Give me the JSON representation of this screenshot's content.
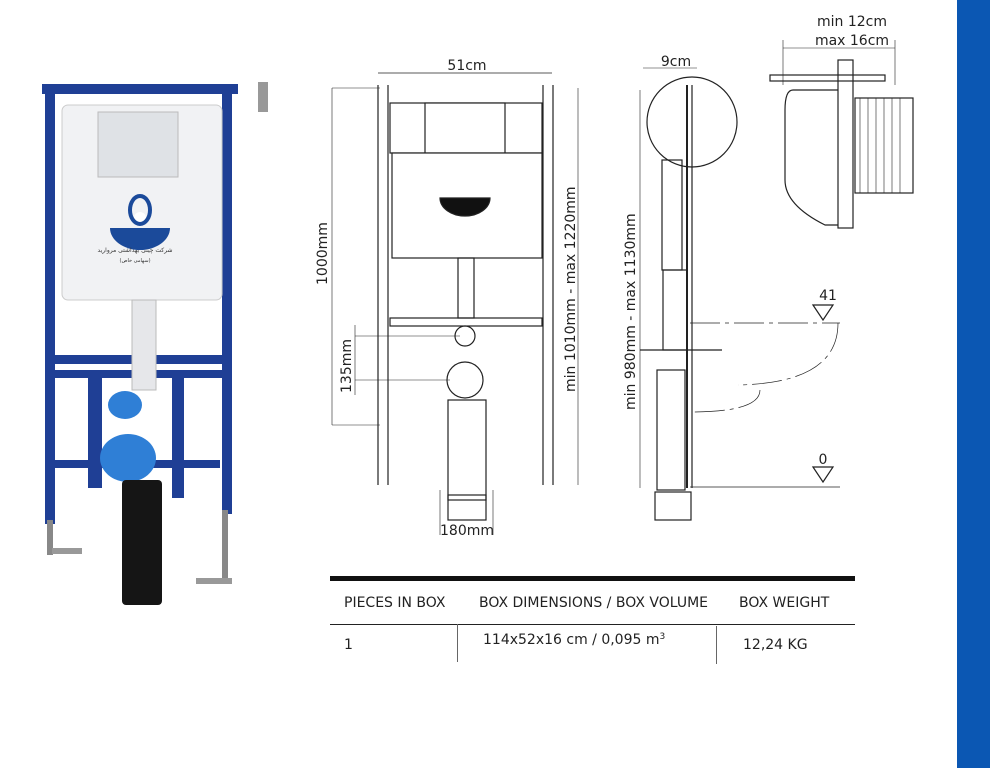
{
  "product_photo": {
    "logo_text_line1": "شرکت چینی بهداشتی مروارید",
    "logo_text_line2": "(سهامی خاص)"
  },
  "front_view": {
    "width_label": "51cm",
    "height_label": "1000mm",
    "outlet_height_label": "135mm",
    "range_label": "min 1010mm - max 1220mm",
    "outlet_width_label": "180mm"
  },
  "side_view": {
    "depth_label": "9cm",
    "range_label": "min 980mm - max 1130mm",
    "level_top": "41",
    "level_bottom": "0"
  },
  "detail_view": {
    "min_label": "min 12cm",
    "max_label": "max 16cm"
  },
  "table": {
    "headers": [
      "PIECES IN BOX",
      "BOX DIMENSIONS / BOX VOLUME",
      "BOX WEIGHT"
    ],
    "row": {
      "pieces": "1",
      "dimensions": "114x52x16 cm / 0,095 m",
      "dimensions_sup": "3",
      "weight": "12,24 KG"
    }
  },
  "colors": {
    "accent": "#0b57b3",
    "frame": "#1f3f95"
  }
}
